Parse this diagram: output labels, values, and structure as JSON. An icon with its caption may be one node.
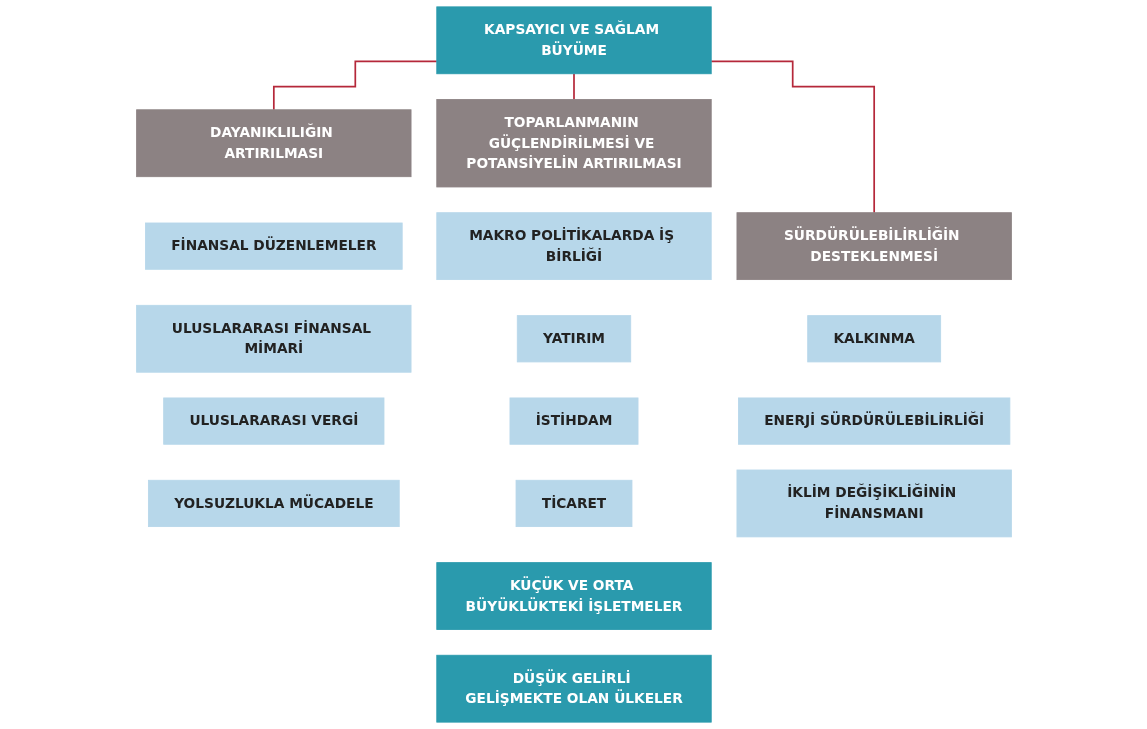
{
  "diagram": {
    "nodes": [
      {
        "text": [
          "KAPSAYICI VE SAĞLAM BÜYÜME"
        ]
      },
      {
        "text": [
          "DAYANIKLILIĞIN ARTIRILMASI"
        ]
      },
      {
        "text": [
          "TOPARLANMANIN GÜÇLENDİRİLMESİ VE POTANSİYELİN ARTIRILMASI"
        ]
      },
      {
        "text": [
          "SÜRDÜRÜLEBİLİRLİĞİN DESTEKLENMESİ"
        ]
      },
      {
        "text": [
          "FİNANSAL DÜZENLEMELER"
        ]
      },
      {
        "text": [
          "ULUSLARARASI FİNANSAL MİMARİ"
        ]
      },
      {
        "text": [
          "ULUSLARARASI VERGİ"
        ]
      },
      {
        "text": [
          "YOLSUZLUKLA MÜCADELE"
        ]
      },
      {
        "text": [
          "MAKRO POLİTİKALARDA İŞ BİRLİĞİ"
        ]
      },
      {
        "text": [
          "YATIRIM"
        ]
      },
      {
        "text": [
          "İSTİHDAM"
        ]
      },
      {
        "text": [
          "TİCARET"
        ]
      },
      {
        "text": [
          "KALKINMA"
        ]
      },
      {
        "text": [
          "ENERJİ SÜRDÜRÜLEBİLİRLİĞİ"
        ]
      },
      {
        "text": [
          "İKLİM DEĞİŞİKLİĞİNİN FİNANSMANI"
        ]
      },
      {
        "text": [
          "KÜÇÜK VE ORTA BÜYÜKLÜKTEKİ İŞLETMELER"
        ]
      },
      {
        "text": [
          "DÜŞÜK GELİRLİ GELİŞMEKTE OLAN ÜLKELER"
        ]
      }
    ],
    "edges": [
      {
        "from": 0,
        "to": 1,
        "arrow": "none"
      },
      {
        "from": 0,
        "to": 2,
        "arrow": "none"
      },
      {
        "from": 0,
        "to": 3,
        "arrow": "none"
      }
    ]
  }
}
